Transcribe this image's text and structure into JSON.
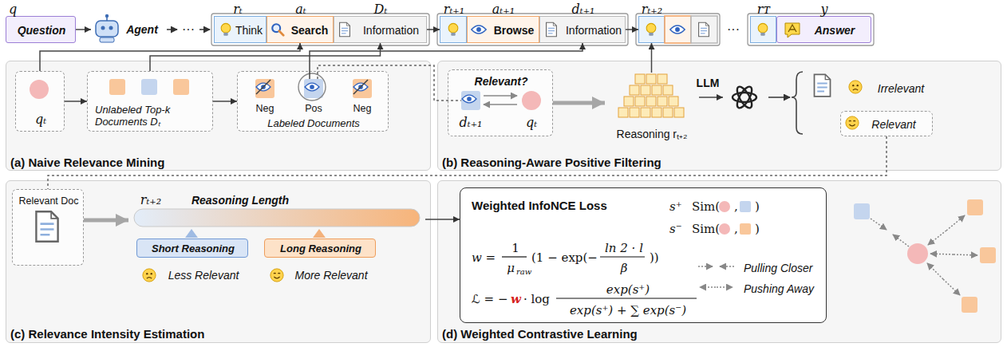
{
  "diagram": {
    "nodes": [
      {
        "text": [
          "q",
          "Question"
        ]
      },
      {
        "text": [
          "Agent"
        ]
      },
      {
        "text": [
          "rₜ",
          "Think"
        ]
      },
      {
        "text": [
          "aₜ",
          "Search"
        ]
      },
      {
        "text": [
          "Dₜ",
          "Information"
        ]
      },
      {
        "text": [
          "rₜ₊₁"
        ]
      },
      {
        "text": [
          "aₜ₊₁",
          "Browse"
        ]
      },
      {
        "text": [
          "dₜ₊₁",
          "Information"
        ]
      },
      {
        "text": [
          "rₜ₊₂"
        ]
      },
      {
        "text": [
          "rᴛ"
        ]
      },
      {
        "text": [
          "y",
          "Answer"
        ]
      },
      {
        "text": [
          "(a) Naive Relevance Mining"
        ]
      },
      {
        "text": [
          "qₜ"
        ],
        "in": 11
      },
      {
        "text": [
          "Unlabeled Top-k Documents Dₜ"
        ],
        "in": 11
      },
      {
        "text": [
          "Labeled Documents"
        ],
        "in": 11
      },
      {
        "text": [
          "Neg"
        ],
        "in": 14
      },
      {
        "text": [
          "Pos"
        ],
        "in": 14
      },
      {
        "text": [
          "Neg"
        ],
        "in": 14
      },
      {
        "text": [
          "(b) Reasoning-Aware Positive Filtering"
        ]
      },
      {
        "text": [
          "Relevant?"
        ],
        "in": 18
      },
      {
        "text": [
          "dₜ₊₁"
        ],
        "in": 19
      },
      {
        "text": [
          "qₜ"
        ],
        "in": 19
      },
      {
        "text": [
          "Reasoning rₜ₊₂"
        ],
        "in": 18
      },
      {
        "text": [
          "LLM"
        ],
        "in": 18
      },
      {
        "text": [
          "Irrelevant"
        ],
        "in": 18
      },
      {
        "text": [
          "Relevant"
        ],
        "in": 18
      },
      {
        "text": [
          "(c) Relevance Intensity Estimation"
        ]
      },
      {
        "text": [
          "Relevant Doc"
        ],
        "in": 26
      },
      {
        "text": [
          "rₜ₊₂",
          "Reasoning Length"
        ],
        "in": 26
      },
      {
        "text": [
          "Short Reasoning"
        ],
        "in": 26
      },
      {
        "text": [
          "Long Reasoning"
        ],
        "in": 26
      },
      {
        "text": [
          "(d) Weighted Contrastive Learning"
        ]
      },
      {
        "text": [
          "Weighted InfoNCE Loss",
          "s⁺",
          "Sim(",
          ",",
          ")",
          "s⁻",
          "Sim(",
          ",",
          ")",
          "w =",
          "1",
          "μ",
          "raw",
          "(1 − exp(−",
          "ln 2 · l",
          "β",
          "))",
          "ℒ = −",
          "w",
          "· log",
          "exp(s⁺)",
          "exp(s⁺) + ∑ exp(s⁻)",
          "Pulling Closer",
          "Pushing Away"
        ],
        "in": 31
      }
    ],
    "edges": [
      {
        "from": 0,
        "to": 1,
        "arrow": "to"
      },
      {
        "from": 4,
        "to": 5,
        "arrow": "to"
      },
      {
        "from": 7,
        "to": 8,
        "arrow": "to"
      },
      {
        "from": 12,
        "to": 13,
        "arrow": "to"
      },
      {
        "from": 13,
        "to": 14,
        "arrow": "to"
      },
      {
        "from": 12,
        "to": 3,
        "arrow": "to"
      },
      {
        "from": 13,
        "to": 4,
        "arrow": "to"
      },
      {
        "from": 16,
        "to": 7,
        "arrow": "to"
      },
      {
        "from": 16,
        "to": 20,
        "arrow": "none"
      },
      {
        "from": 19,
        "to": 22,
        "arrow": "to"
      },
      {
        "from": 22,
        "to": 23,
        "arrow": "to"
      },
      {
        "from": 22,
        "to": 8,
        "arrow": "to"
      },
      {
        "from": 25,
        "to": 27,
        "arrow": "none"
      },
      {
        "from": 27,
        "to": 28,
        "arrow": "to"
      },
      {
        "from": 28,
        "to": 32,
        "arrow": "to"
      }
    ],
    "labels": [
      "···",
      "···",
      "Less Relevant",
      "More Relevant"
    ]
  }
}
